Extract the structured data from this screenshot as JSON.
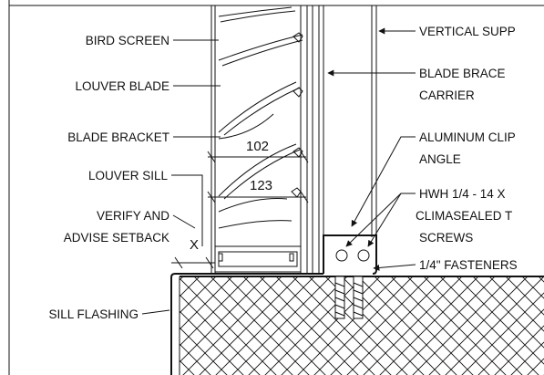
{
  "labels": {
    "bird_screen": "BIRD SCREEN",
    "louver_blade": "LOUVER BLADE",
    "blade_bracket": "BLADE BRACKET",
    "louver_sill": "LOUVER SILL",
    "verify_line1": "VERIFY AND",
    "verify_line2": "ADVISE SETBACK",
    "sill_flashing": "SILL FLASHING",
    "vertical_support": "VERTICAL SUPP",
    "blade_brace_line1": "BLADE BRACE",
    "blade_brace_line2": "CARRIER",
    "aluminum_clip_line1": "ALUMINUM CLIP",
    "aluminum_clip_line2": "ANGLE",
    "hwh_line1": "HWH 1/4 - 14 X",
    "hwh_line2": "CLIMASEALED T",
    "hwh_line3": "SCREWS",
    "fasteners": "1/4\" FASTENERS"
  },
  "dimensions": {
    "dim_102": "102",
    "dim_123": "123",
    "dim_x": "X"
  }
}
